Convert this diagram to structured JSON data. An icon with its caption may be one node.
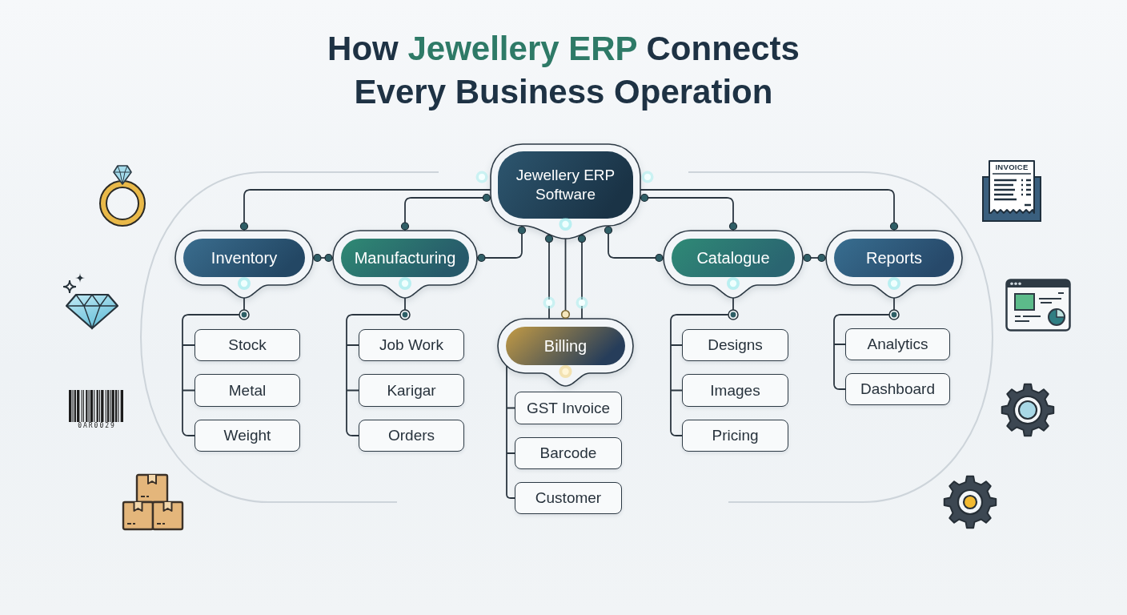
{
  "diagram": {
    "title": "How **Jewellery ERP** Connects Every Business Operation",
    "nodes": [
      {
        "text": [
          "Jewellery ERP Software"
        ]
      },
      {
        "text": [
          "Inventory"
        ]
      },
      {
        "text": [
          "Manufacturing"
        ]
      },
      {
        "text": [
          "Billing"
        ]
      },
      {
        "text": [
          "Catalogue"
        ]
      },
      {
        "text": [
          "Reports"
        ]
      },
      {
        "text": [
          "Stock"
        ]
      },
      {
        "text": [
          "Metal"
        ]
      },
      {
        "text": [
          "Weight"
        ]
      },
      {
        "text": [
          "Job Work"
        ]
      },
      {
        "text": [
          "Karigar"
        ]
      },
      {
        "text": [
          "Orders"
        ]
      },
      {
        "text": [
          "GST Invoice"
        ]
      },
      {
        "text": [
          "Barcode"
        ]
      },
      {
        "text": [
          "Customer"
        ]
      },
      {
        "text": [
          "Designs"
        ]
      },
      {
        "text": [
          "Images"
        ]
      },
      {
        "text": [
          "Pricing"
        ]
      },
      {
        "text": [
          "Analytics"
        ]
      },
      {
        "text": [
          "Dashboard"
        ]
      }
    ],
    "edges": [
      {
        "from": 0,
        "to": 1,
        "arrow": "other"
      },
      {
        "from": 0,
        "to": 2,
        "arrow": "other"
      },
      {
        "from": 0,
        "to": 2,
        "arrow": "other"
      },
      {
        "from": 1,
        "to": 2,
        "arrow": "other"
      },
      {
        "from": 0,
        "to": 3,
        "arrow": "other"
      },
      {
        "from": 0,
        "to": 3,
        "arrow": "other"
      },
      {
        "from": 0,
        "to": 3,
        "arrow": "other"
      },
      {
        "from": 0,
        "to": 4,
        "arrow": "other"
      },
      {
        "from": 0,
        "to": 4,
        "arrow": "other"
      },
      {
        "from": 0,
        "to": 5,
        "arrow": "other"
      },
      {
        "from": 4,
        "to": 5,
        "arrow": "other"
      },
      {
        "from": 1,
        "to": 6,
        "arrow": "none"
      },
      {
        "from": 1,
        "to": 7,
        "arrow": "none"
      },
      {
        "from": 1,
        "to": 8,
        "arrow": "none"
      },
      {
        "from": 2,
        "to": 9,
        "arrow": "none"
      },
      {
        "from": 2,
        "to": 10,
        "arrow": "none"
      },
      {
        "from": 2,
        "to": 11,
        "arrow": "none"
      },
      {
        "from": 3,
        "to": 12,
        "arrow": "none"
      },
      {
        "from": 3,
        "to": 13,
        "arrow": "none"
      },
      {
        "from": 3,
        "to": 14,
        "arrow": "none"
      },
      {
        "from": 4,
        "to": 15,
        "arrow": "none"
      },
      {
        "from": 4,
        "to": 16,
        "arrow": "none"
      },
      {
        "from": 4,
        "to": 17,
        "arrow": "none"
      },
      {
        "from": 5,
        "to": 18,
        "arrow": "none"
      },
      {
        "from": 5,
        "to": 19,
        "arrow": "none"
      }
    ],
    "labels": [
      "INVOICE",
      "0AR0029"
    ]
  }
}
